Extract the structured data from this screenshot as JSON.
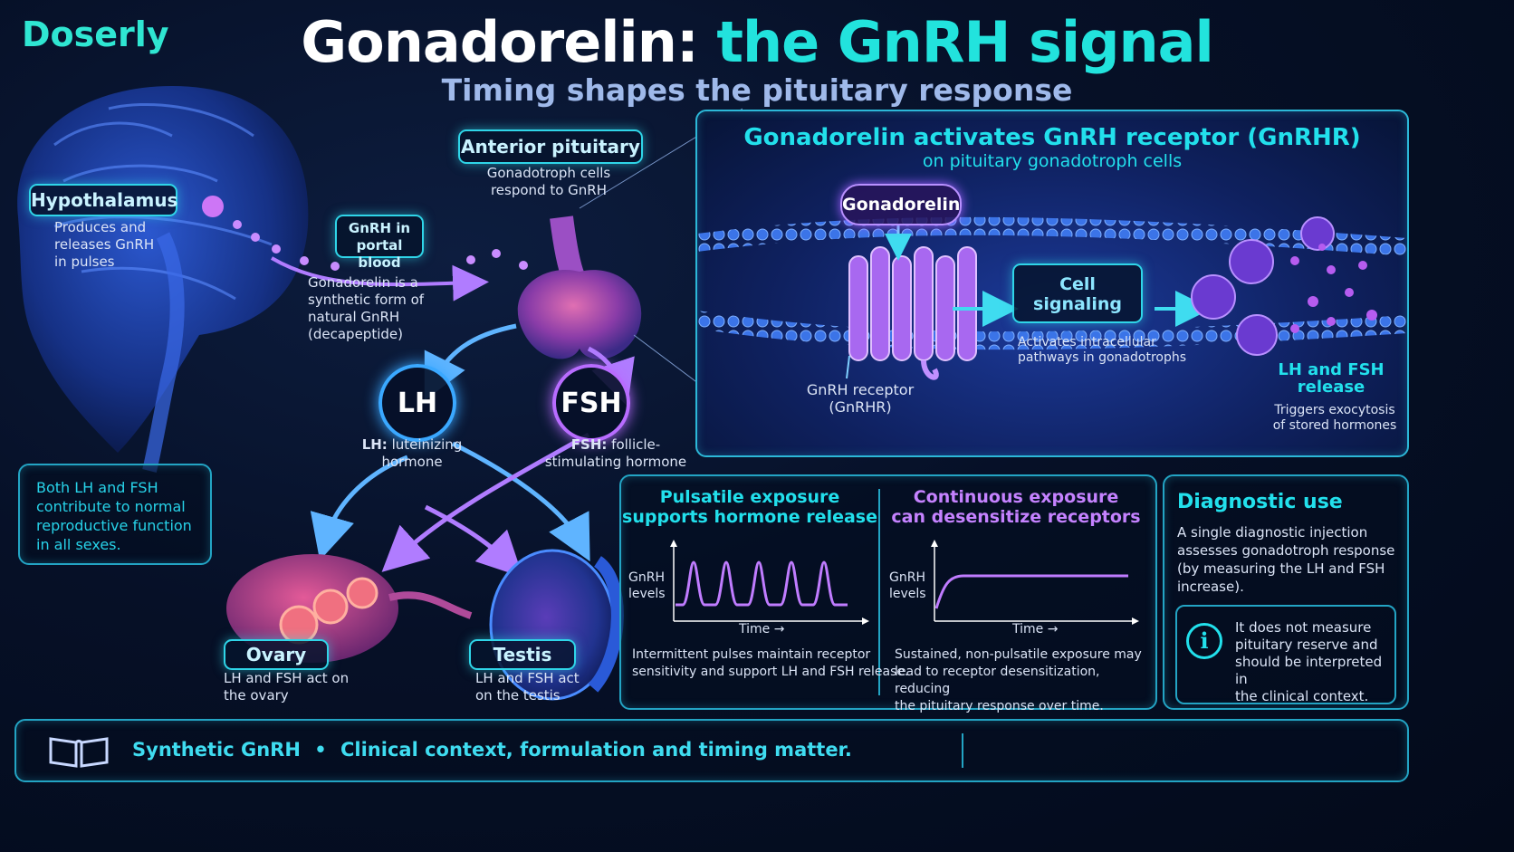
{
  "brand": "Doserly",
  "title_main": "Gonadorelin:",
  "title_accent": "the GnRH signal",
  "subtitle": "Timing shapes the pituitary response",
  "hypothalamus": {
    "label": "Hypothalamus",
    "desc": [
      "Produces and",
      "releases GnRH",
      "in pulses"
    ]
  },
  "portal": {
    "label": [
      "GnRH in",
      "portal blood"
    ],
    "desc": [
      "Gonadorelin is a",
      "synthetic form of",
      "natural GnRH",
      "(decapeptide)"
    ]
  },
  "pituitary": {
    "label": "Anterior pituitary",
    "desc": [
      "Gonadotroph cells",
      "respond to GnRH"
    ]
  },
  "lh": {
    "symbol": "LH",
    "prefix": "LH:",
    "desc": [
      "luteinizing",
      "hormone"
    ]
  },
  "fsh": {
    "symbol": "FSH",
    "prefix": "FSH:",
    "desc": [
      "follicle-",
      "stimulating hormone"
    ]
  },
  "note": "Both LH and FSH contribute to normal reproductive function in all sexes.",
  "ovary": {
    "label": "Ovary",
    "desc": [
      "LH and FSH act on",
      "the ovary"
    ]
  },
  "testis": {
    "label": "Testis",
    "desc": [
      "LH and FSH act",
      "on the testis"
    ]
  },
  "receptor_panel": {
    "title": "Gonadorelin activates GnRH receptor (GnRHR)",
    "subtitle": "on pituitary gonadotroph cells",
    "ligand": "Gonadorelin",
    "receptor": [
      "GnRH receptor",
      "(GnRHR)"
    ],
    "signaling": [
      "Cell",
      "signaling"
    ],
    "signaling_desc": [
      "Activates intracellular",
      "pathways in gonadotrophs"
    ],
    "release": [
      "LH and FSH",
      "release"
    ],
    "release_desc": [
      "Triggers exocytosis",
      "of stored hormones"
    ]
  },
  "pulsatile": {
    "title": [
      "Pulsatile exposure",
      "supports hormone release"
    ],
    "ylabel": [
      "GnRH",
      "levels"
    ],
    "xlabel": "Time →",
    "desc": [
      "Intermittent pulses maintain receptor",
      "sensitivity and support LH and FSH release."
    ]
  },
  "continuous": {
    "title": [
      "Continuous exposure",
      "can desensitize receptors"
    ],
    "ylabel": [
      "GnRH",
      "levels"
    ],
    "xlabel": "Time →",
    "desc": [
      "Sustained, non-pulsatile exposure may",
      "lead to receptor desensitization, reducing",
      "the pituitary response over time."
    ]
  },
  "diagnostic": {
    "title": "Diagnostic use",
    "desc": [
      "A single diagnostic injection",
      "assesses gonadotroph response",
      "(by measuring the LH and FSH",
      "increase)."
    ],
    "info": [
      "It does not measure",
      "pituitary reserve and",
      "should be interpreted in",
      "the clinical context."
    ]
  },
  "footer": {
    "left": "Synthetic GnRH",
    "sep": "•",
    "right": "Clinical context, formulation and timing matter."
  },
  "colors": {
    "cyan": "#22e0ec",
    "violet": "#c582ff",
    "brain_blue": "#2a56d8",
    "pink": "#d0458c"
  }
}
